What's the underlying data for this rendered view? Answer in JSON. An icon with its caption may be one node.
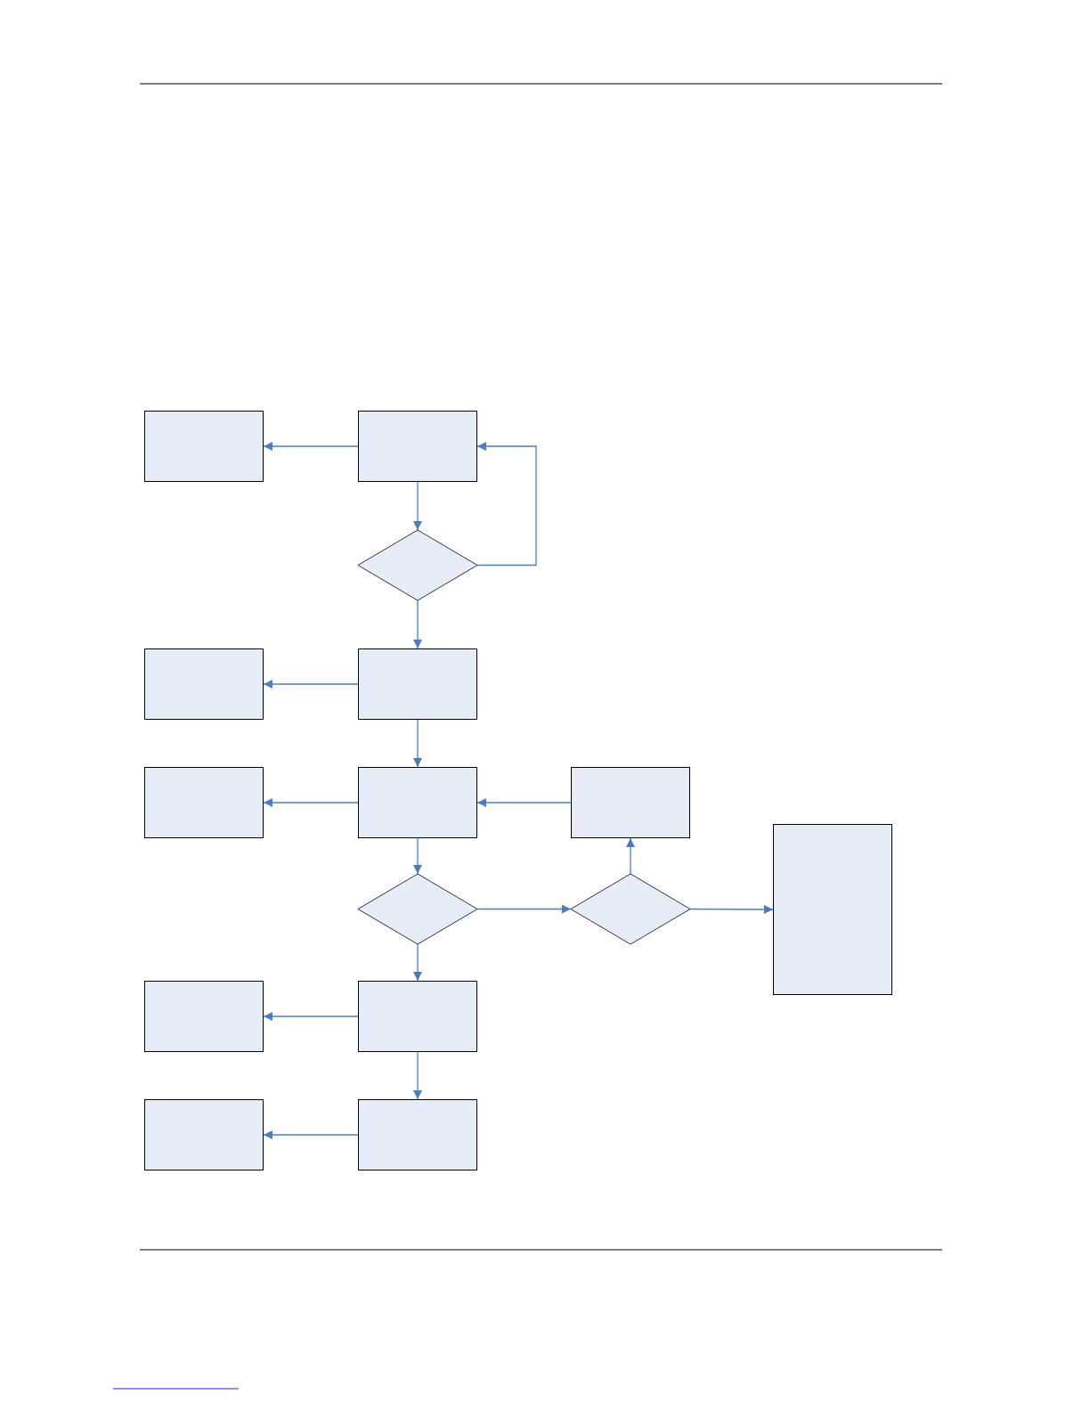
{
  "diagram": {
    "nodes": [
      {
        "text": [],
        "shape": "box"
      },
      {
        "text": [],
        "shape": "box"
      },
      {
        "text": [],
        "shape": "diamond"
      },
      {
        "text": [],
        "shape": "box"
      },
      {
        "text": [],
        "shape": "box"
      },
      {
        "text": [],
        "shape": "box"
      },
      {
        "text": [],
        "shape": "box"
      },
      {
        "text": [],
        "shape": "box"
      },
      {
        "text": [],
        "shape": "box"
      },
      {
        "text": [],
        "shape": "diamond"
      },
      {
        "text": [],
        "shape": "diamond"
      },
      {
        "text": [],
        "shape": "box"
      },
      {
        "text": [],
        "shape": "box"
      },
      {
        "text": [],
        "shape": "box"
      },
      {
        "text": [],
        "shape": "box"
      }
    ],
    "edges": [
      {
        "from": 1,
        "to": 0,
        "arrow": "to"
      },
      {
        "from": 1,
        "to": 2,
        "arrow": "to"
      },
      {
        "from": 2,
        "to": 1,
        "arrow": "to"
      },
      {
        "from": 2,
        "to": 4,
        "arrow": "to"
      },
      {
        "from": 4,
        "to": 3,
        "arrow": "to"
      },
      {
        "from": 4,
        "to": 6,
        "arrow": "to"
      },
      {
        "from": 6,
        "to": 5,
        "arrow": "to"
      },
      {
        "from": 7,
        "to": 6,
        "arrow": "to"
      },
      {
        "from": 6,
        "to": 9,
        "arrow": "to"
      },
      {
        "from": 9,
        "to": 10,
        "arrow": "to"
      },
      {
        "from": 10,
        "to": 7,
        "arrow": "to"
      },
      {
        "from": 10,
        "to": 8,
        "arrow": "to"
      },
      {
        "from": 9,
        "to": 12,
        "arrow": "to"
      },
      {
        "from": 12,
        "to": 11,
        "arrow": "to"
      },
      {
        "from": 12,
        "to": 14,
        "arrow": "to"
      },
      {
        "from": 14,
        "to": 13,
        "arrow": "to"
      }
    ]
  }
}
